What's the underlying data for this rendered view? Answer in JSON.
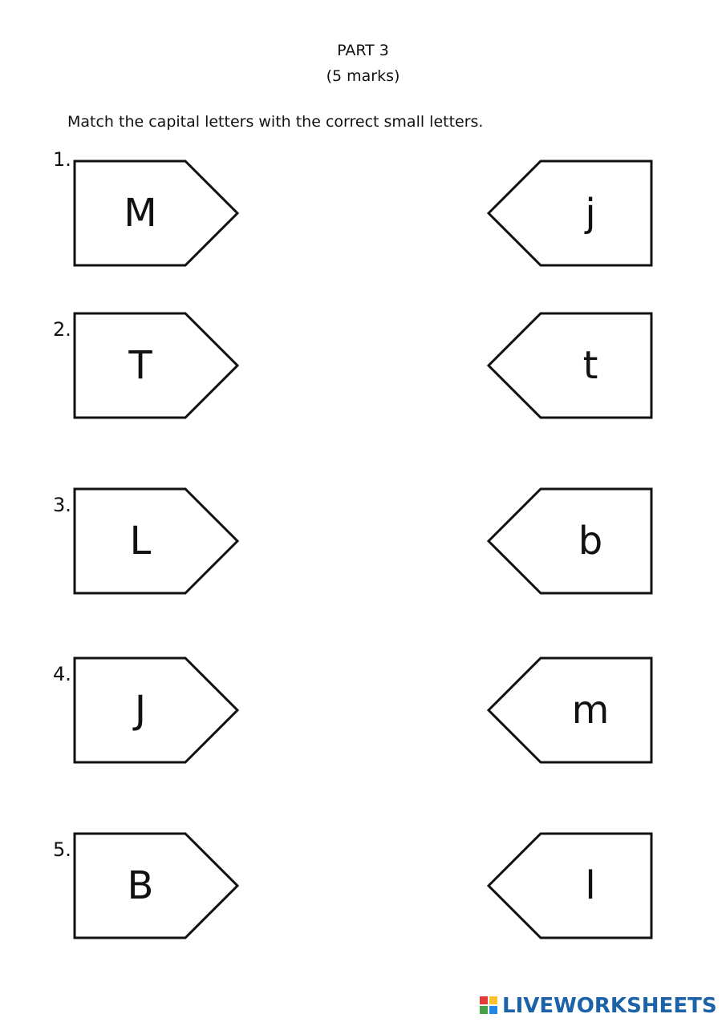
{
  "title": "PART 3",
  "subtitle": "(5 marks)",
  "instructions": "Match the capital letters with the correct small letters.",
  "items": [
    {
      "number": "1.",
      "capital": "M",
      "small": "j"
    },
    {
      "number": "2.",
      "capital": "T",
      "small": "t"
    },
    {
      "number": "3.",
      "capital": "L",
      "small": "b"
    },
    {
      "number": "4.",
      "capital": "J",
      "small": "m"
    },
    {
      "number": "5.",
      "capital": "B",
      "small": "l"
    }
  ],
  "brand": "LIVEWORKSHEETS",
  "colors": {
    "brand_text": "#1b62a8",
    "outline": "#111111"
  }
}
